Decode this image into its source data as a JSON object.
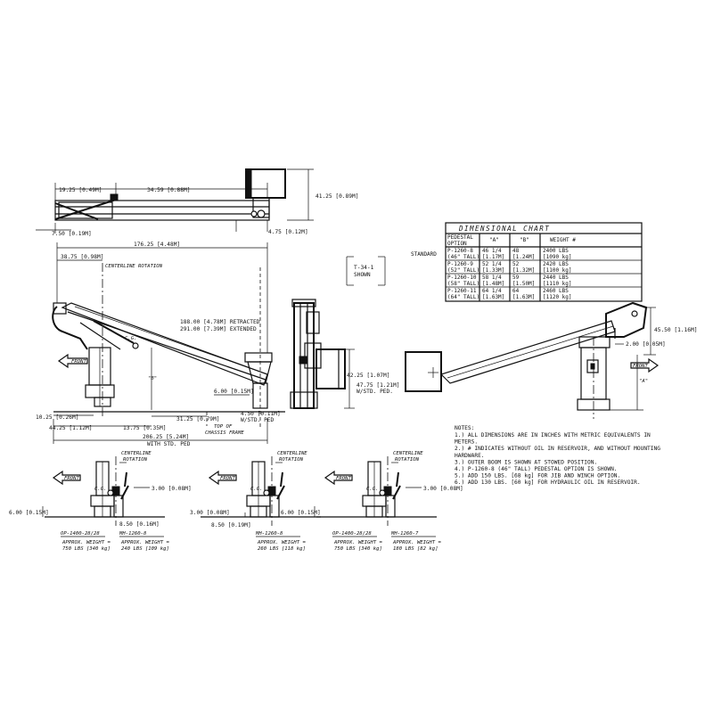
{
  "top_view": {
    "dims": [
      "19.25 [0.49M]",
      "34.59 [0.88M]",
      "41.25 [0.89M]",
      "7.50 [0.19M]",
      "4.75 [0.12M]"
    ]
  },
  "side_view": {
    "dims": [
      "176.25 [4.48M]",
      "38.75 [0.98M]",
      "188.00 [4.78M] RETRACTED",
      "291.00 [7.39M] EXTENDED",
      "6.00 [0.15M]",
      "10.25 [0.26M]",
      "44.25 [1.12M]",
      "13.75 [0.35M]",
      "31.25 [0.79M]",
      "206.25 [5.24M]",
      "WITH STD. PED",
      "4.50 [0.11M]",
      "W/STD. PED"
    ],
    "labels": [
      "CENTERLINE ROTATION",
      "TOP OF",
      "CHASSIS FRAME",
      "\"B\"",
      "FRONT",
      "C.G."
    ]
  },
  "front_view": {
    "dims": [
      "42.25 [1.07M]",
      "47.75 [1.21M]",
      "W/STD. PED."
    ]
  },
  "rear_view": {
    "dims": [
      "45.50 [1.16M]",
      "2.00 [0.05M]"
    ],
    "labels": [
      "\"A\"",
      "FRONT"
    ]
  },
  "inset_view": {
    "label": [
      "T-34-1",
      "SHOWN"
    ]
  },
  "dimensional_chart": {
    "title": "DIMENSIONAL CHART",
    "side_label": "STANDARD",
    "headers": [
      [
        "PEDESTAL",
        "OPTION"
      ],
      [
        "\"A\""
      ],
      [
        "\"B\""
      ],
      [
        "WEIGHT #"
      ]
    ],
    "rows": [
      [
        [
          "P-1260-8",
          "(46\" TALL)"
        ],
        [
          "46 1/4",
          "[1.17M]"
        ],
        [
          "48",
          "[1.24M]"
        ],
        [
          "2400 LBS",
          "[1090 kg]"
        ]
      ],
      [
        [
          "P-1260-9",
          "(52\" TALL)"
        ],
        [
          "52 1/4",
          "[1.33M]"
        ],
        [
          "52",
          "[1.32M]"
        ],
        [
          "2420 LBS",
          "[1100 kg]"
        ]
      ],
      [
        [
          "P-1260-10",
          "(58\" TALL)"
        ],
        [
          "58 1/4",
          "[1.48M]"
        ],
        [
          "59",
          "[1.50M]"
        ],
        [
          "2440 LBS",
          "[1110 kg]"
        ]
      ],
      [
        [
          "P-1260-11",
          "(64\" TALL)"
        ],
        [
          "64 1/4",
          "[1.63M]"
        ],
        [
          "64",
          "[1.63M]"
        ],
        [
          "2460 LBS",
          "[1120 kg]"
        ]
      ]
    ]
  },
  "notes": {
    "title": "NOTES:",
    "lines": [
      "1.) ALL DIMENSIONS ARE IN INCHES WITH METRIC EQUIVALENTS IN",
      "     METERS.",
      "2.) # INDICATES WITHOUT OIL IN RESERVOIR, AND WITHOUT MOUNTING",
      "     HARDWARE.",
      "3.) OUTER BOOM IS SHOWN AT STOWED POSITION.",
      "4.) P-1260-8 (46\" TALL) PEDESTAL OPTION IS SHOWN.",
      "5.) ADD 150 LBS. [68 kg] FOR JIB AND WINCH OPTION.",
      "6.) ADD 130 LBS. [60 kg] FOR HYDRAULIC OIL IN RESERVOIR."
    ]
  },
  "options": [
    {
      "dims": [
        "6.00 [0.15M]",
        "3.00 [0.08M]",
        "8.50 [0.16M]"
      ],
      "labels": [
        "FRONT",
        "CENTERLINE",
        "ROTATION",
        "C.G."
      ],
      "parts": [
        {
          "code": "OP-1400-28/28",
          "weight": [
            "APPROX. WEIGHT =",
            "750 LBS [340 kg]"
          ]
        },
        {
          "code": "MH-1260-8",
          "weight": [
            "APPROX. WEIGHT =",
            "240 LBS [109 kg]"
          ]
        }
      ]
    },
    {
      "dims": [
        "3.00 [0.08M]",
        "8.50 [0.19M]"
      ],
      "labels": [
        "FRONT",
        "CENTERLINE",
        "ROTATION",
        "C.G."
      ],
      "parts": [
        {
          "code": "MH-1260-8",
          "weight": [
            "APPROX. WEIGHT =",
            "260 LBS [118 kg]"
          ]
        }
      ]
    },
    {
      "dims": [
        "6.00 [0.15M]",
        "3.00 [0.08M]"
      ],
      "labels": [
        "FRONT",
        "CENTERLINE",
        "ROTATION",
        "C.G."
      ],
      "parts": [
        {
          "code": "OP-1400-28/28",
          "weight": [
            "APPROX. WEIGHT =",
            "750 LBS [340 kg]"
          ]
        },
        {
          "code": "MH-1260-7",
          "weight": [
            "APPROX. WEIGHT =",
            "180 LBS [82 kg]"
          ]
        }
      ]
    }
  ]
}
